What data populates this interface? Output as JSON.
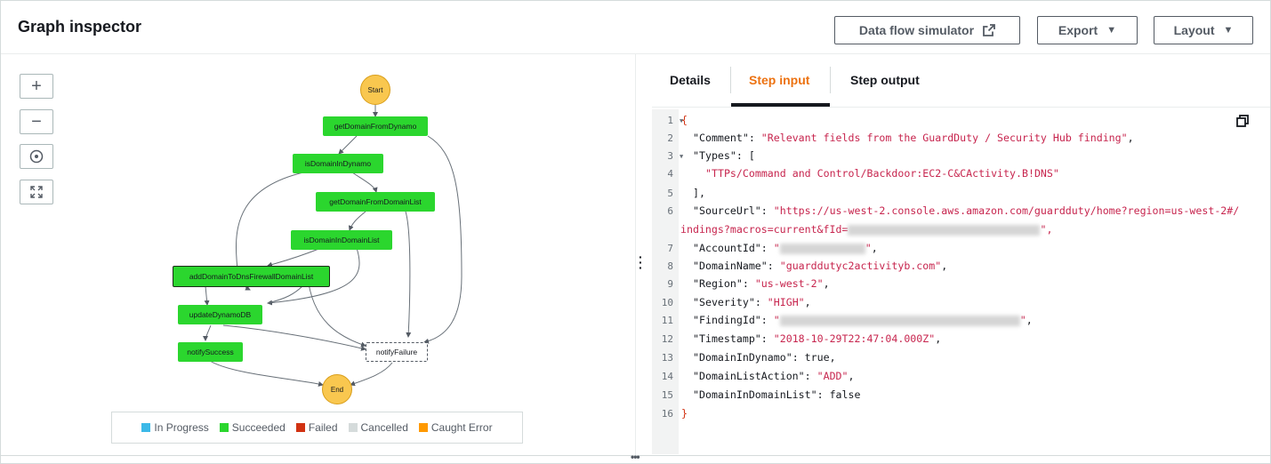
{
  "header": {
    "title": "Graph inspector",
    "data_flow_simulator_label": "Data flow simulator",
    "export_label": "Export",
    "layout_label": "Layout"
  },
  "zoom_controls": {
    "zoom_in": "+",
    "zoom_out": "−",
    "center": "⊙"
  },
  "graph": {
    "start_label": "Start",
    "end_label": "End",
    "nodes": {
      "getDomainFromDynamo": "getDomainFromDynamo",
      "isDomainInDynamo": "isDomainInDynamo",
      "getDomainFromDomainList": "getDomainFromDomainList",
      "isDomainInDomainList": "isDomainInDomainList",
      "addDomainToDnsFirewallDomainList": "addDomainToDnsFirewallDomainList",
      "updateDynamoDB": "updateDynamoDB",
      "notifySuccess": "notifySuccess",
      "notifyFailure": "notifyFailure"
    }
  },
  "legend": {
    "in_progress": "In Progress",
    "succeeded": "Succeeded",
    "failed": "Failed",
    "cancelled": "Cancelled",
    "caught_error": "Caught Error",
    "colors": {
      "in_progress": "#3cb9e8",
      "succeeded": "#2bd62e",
      "failed": "#d13212",
      "cancelled": "#d5dbdb",
      "caught_error": "#ff9900"
    }
  },
  "tabs": {
    "details": "Details",
    "step_input": "Step input",
    "step_output": "Step output",
    "active": "step_input"
  },
  "code": {
    "line_numbers": [
      "1",
      "2",
      "3",
      "4",
      "5",
      "6",
      "",
      "7",
      "8",
      "9",
      "10",
      "11",
      "12",
      "13",
      "14",
      "15",
      "16"
    ],
    "l1": "{",
    "l2_key": "\"Comment\"",
    "l2_val": "\"Relevant fields from the GuardDuty / Security Hub finding\"",
    "l3_key": "\"Types\"",
    "l3_rest": ": [",
    "l4_val": "\"TTPs/Command and Control/Backdoor:EC2-C&CActivity.B!DNS\"",
    "l5": "],",
    "l6_key": "\"SourceUrl\"",
    "l6_val": "\"https://us-west-2.console.aws.amazon.com/guardduty/home?region=us-west-2#/",
    "l6b_val": "indings?macros=current&fId=",
    "l6b_end": "\",",
    "l7_key": "\"AccountId\"",
    "l8_key": "\"DomainName\"",
    "l8_val": "\"guarddutyc2activityb.com\"",
    "l9_key": "\"Region\"",
    "l9_val": "\"us-west-2\"",
    "l10_key": "\"Severity\"",
    "l10_val": "\"HIGH\"",
    "l11_key": "\"FindingId\"",
    "l12_key": "\"Timestamp\"",
    "l12_val": "\"2018-10-29T22:47:04.000Z\"",
    "l13_key": "\"DomainInDynamo\"",
    "l13_val": "true",
    "l14_key": "\"DomainListAction\"",
    "l14_val": "\"ADD\"",
    "l15_key": "\"DomainInDomainList\"",
    "l15_val": "false",
    "l16": "}"
  }
}
